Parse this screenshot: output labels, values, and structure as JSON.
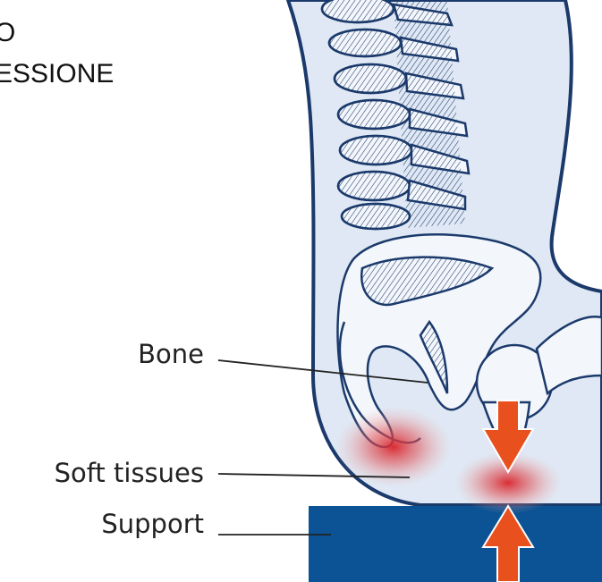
{
  "title": {
    "line1": "O",
    "line2": "ESSIONE"
  },
  "labels": {
    "bone": "Bone",
    "soft_tissues": "Soft tissues",
    "support": "Support"
  },
  "colors": {
    "body_fill": "#dfe8f4",
    "outline": "#1b3a6b",
    "bone_fill": "#f3f6fb",
    "support_fill": "#0b5394",
    "pressure_arrow": "#e8501e",
    "pressure_glow": "#d9232a"
  }
}
